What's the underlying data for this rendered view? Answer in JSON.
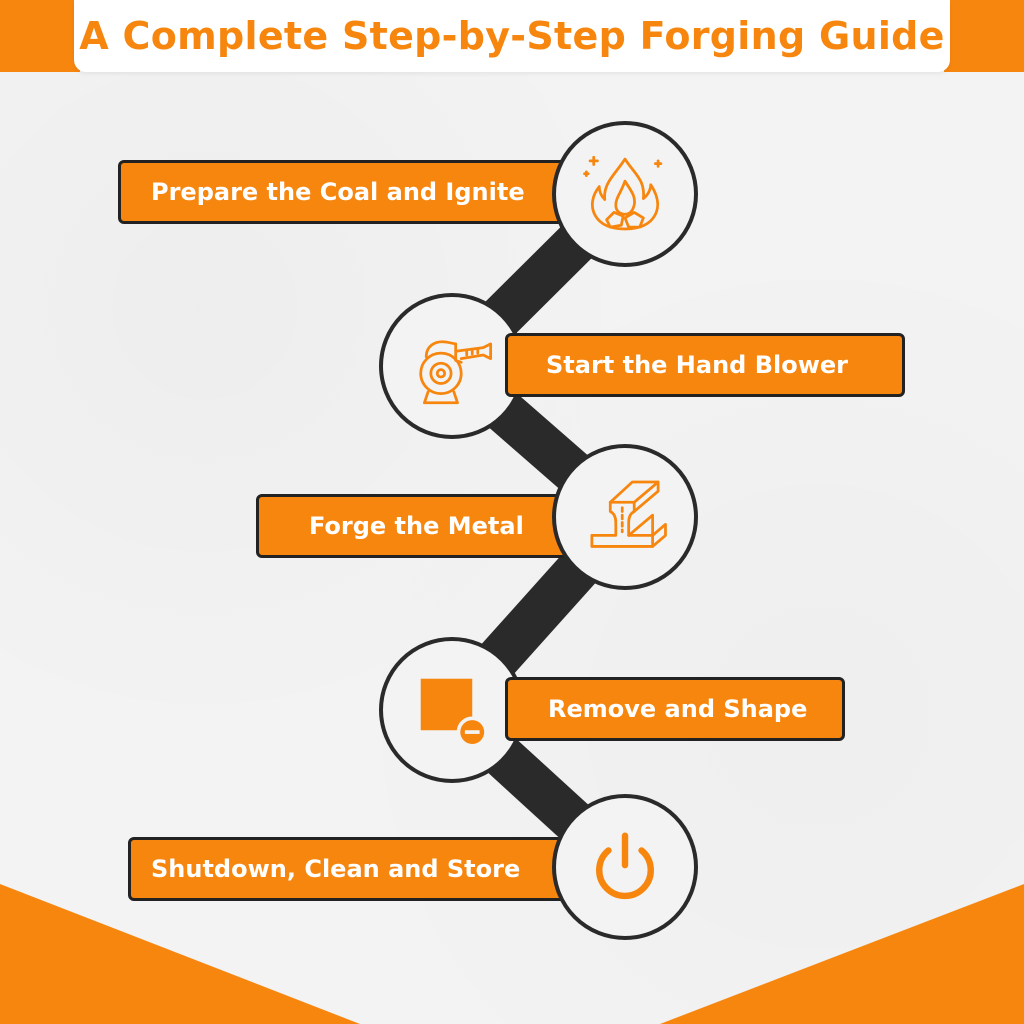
{
  "title": "A Complete Step-by-Step Forging Guide",
  "colors": {
    "accent": "#f7860f",
    "dark": "#2a2a2a",
    "text_on_accent": "#ffffff"
  },
  "steps": [
    {
      "label": "Prepare the Coal and Ignite",
      "icon": "fire-icon"
    },
    {
      "label": "Start the Hand Blower",
      "icon": "blower-icon"
    },
    {
      "label": "Forge the Metal",
      "icon": "steel-beam-icon"
    },
    {
      "label": "Remove and Shape",
      "icon": "remove-square-icon"
    },
    {
      "label": "Shutdown, Clean and Store",
      "icon": "power-icon"
    }
  ]
}
